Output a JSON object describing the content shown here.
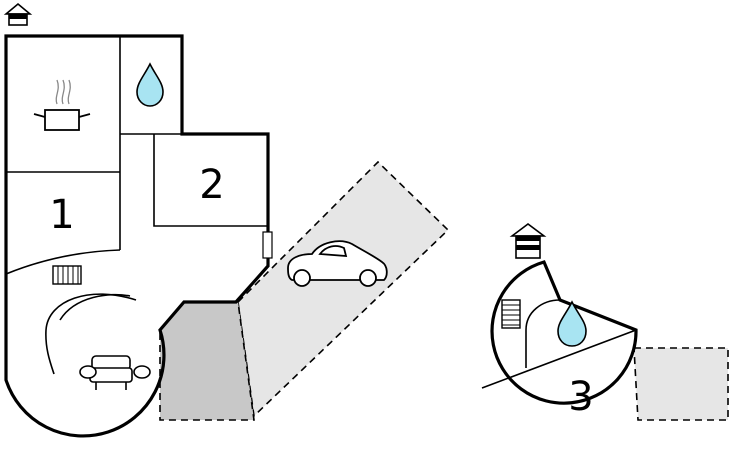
{
  "rooms": [
    {
      "label": "1"
    },
    {
      "label": "2"
    },
    {
      "label": "3"
    }
  ],
  "icons": [
    "house-icon",
    "cooking-pot-icon",
    "water-drop-icon",
    "car-icon",
    "radiator-icon",
    "sofa-icon",
    "fireplace-icon"
  ],
  "colors": {
    "water": "#a8e4f2",
    "terrace": "#c8c8c8",
    "parking": "#e6e6e6",
    "walls": "#000000"
  }
}
